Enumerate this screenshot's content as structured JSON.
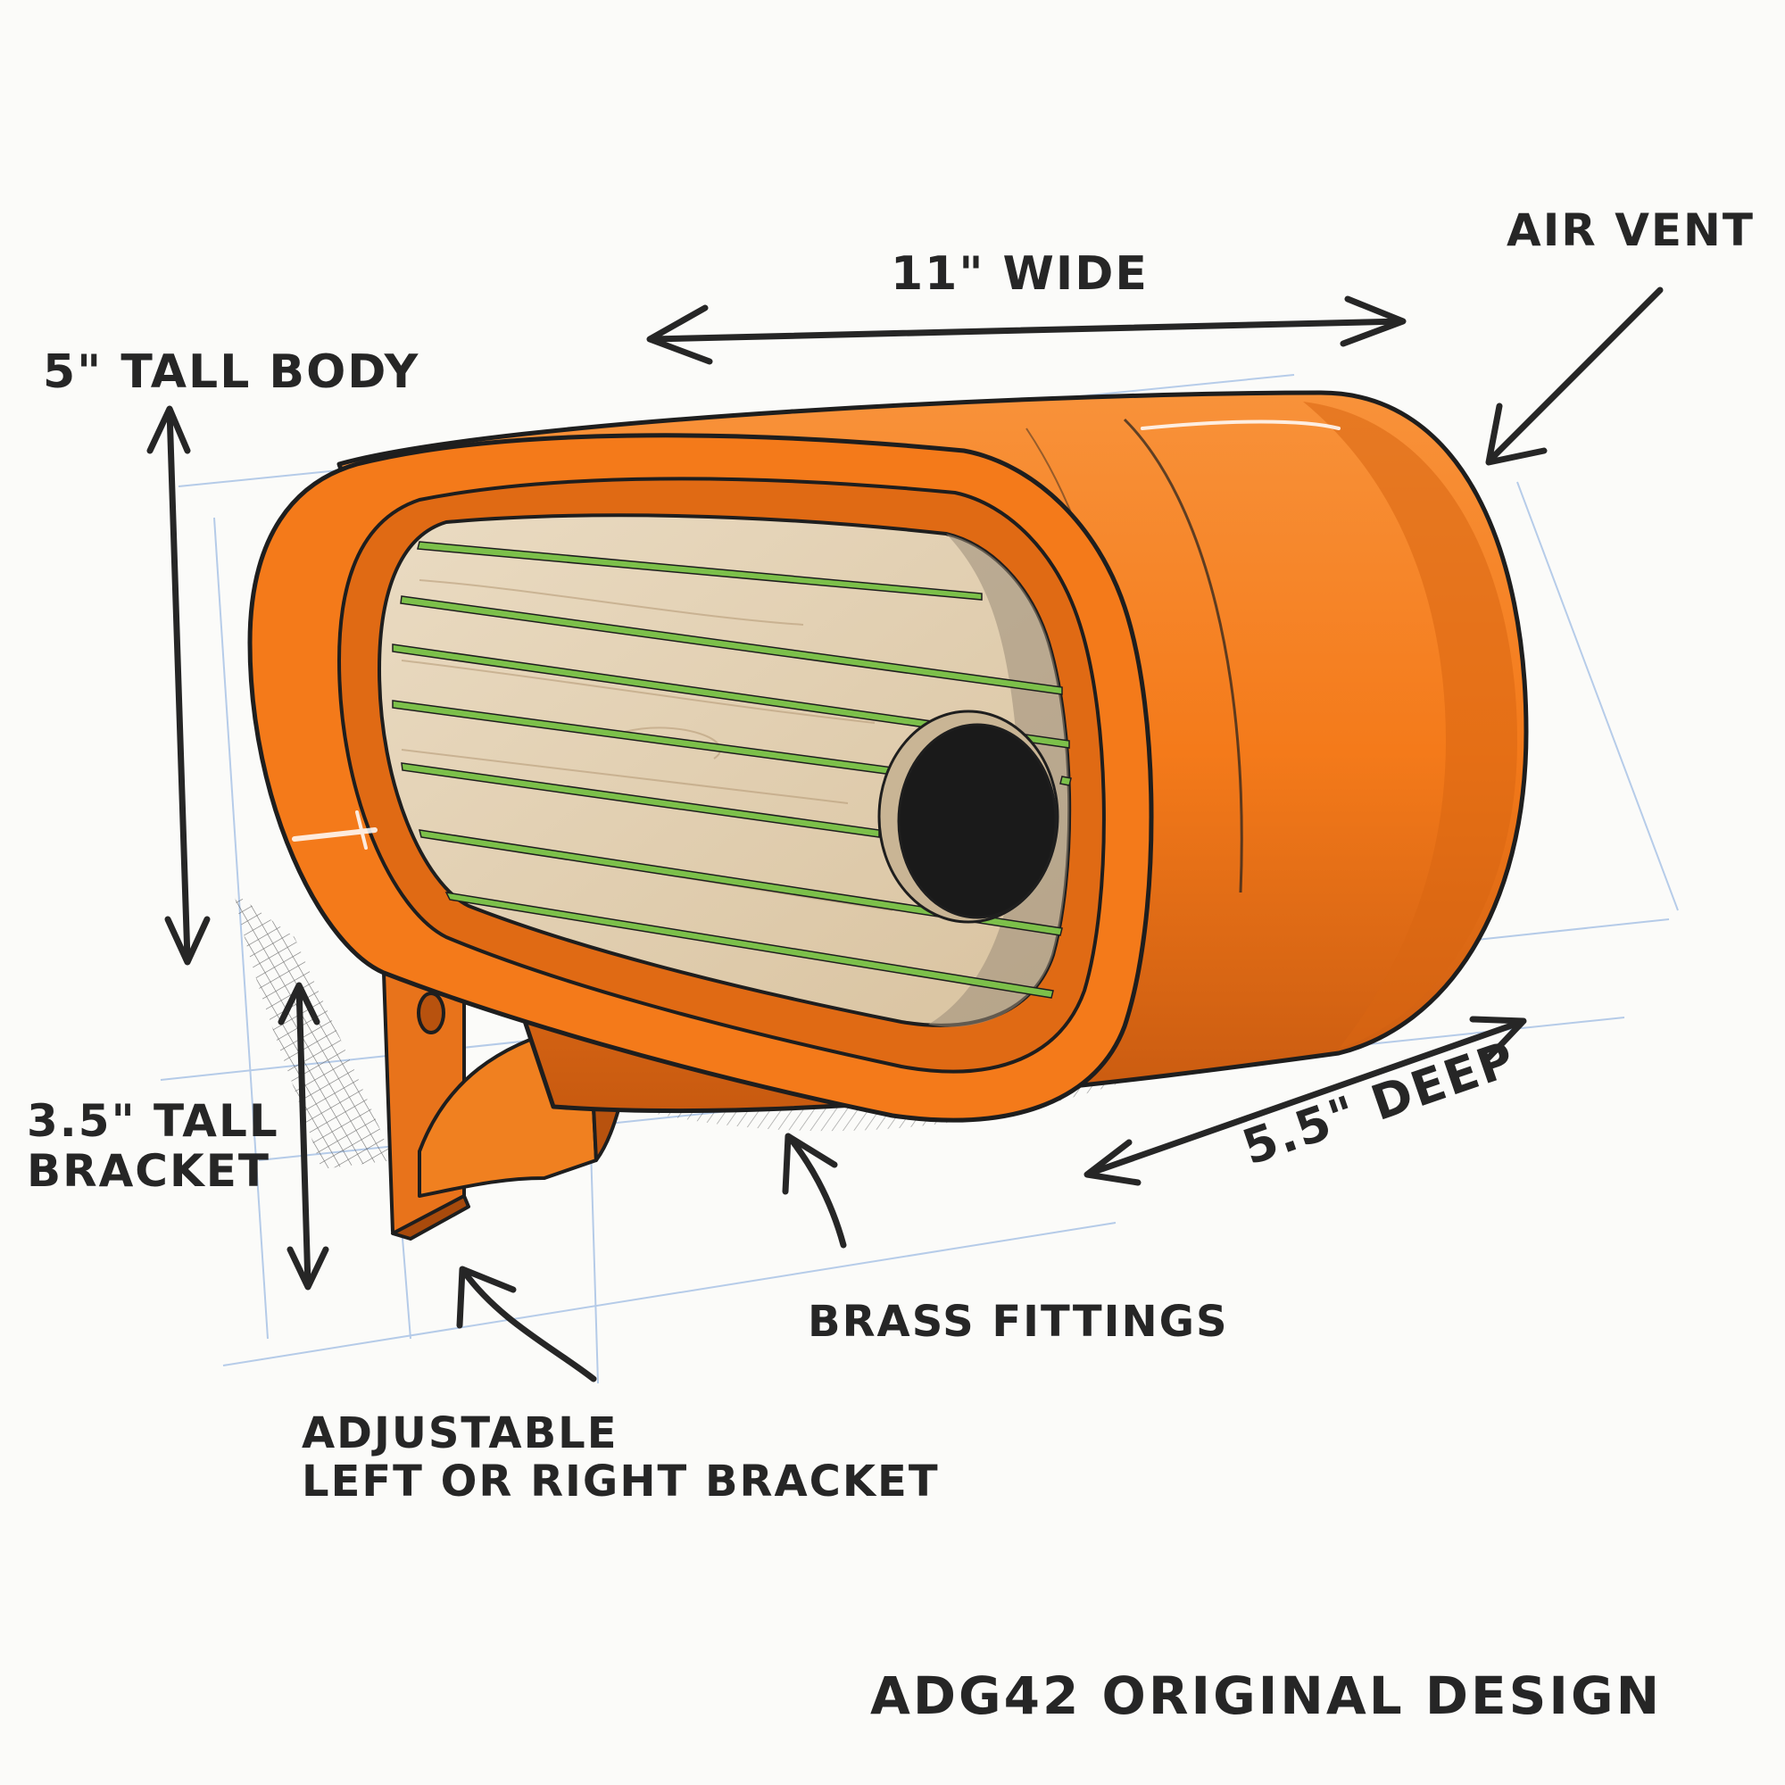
{
  "annotations": {
    "width": "11\" WIDE",
    "air_vent": "AIR VENT",
    "body_height": "5\" TALL BODY",
    "bracket_height": [
      "3.5\" TALL",
      "BRACKET"
    ],
    "depth": "5.5\" DEEP",
    "fittings": "BRASS FITTINGS",
    "bracket_note": [
      "ADJUSTABLE",
      "LEFT OR RIGHT BRACKET"
    ],
    "signature": "ADG42 ORIGINAL DESIGN"
  },
  "colors": {
    "body": "#f47a1a",
    "body_dark": "#c85a10",
    "wood": "#e6d3b6",
    "slat": "#7cc04a",
    "hole": "#1a1a1a",
    "ink": "#262626",
    "guide": "#a9c3e6"
  }
}
